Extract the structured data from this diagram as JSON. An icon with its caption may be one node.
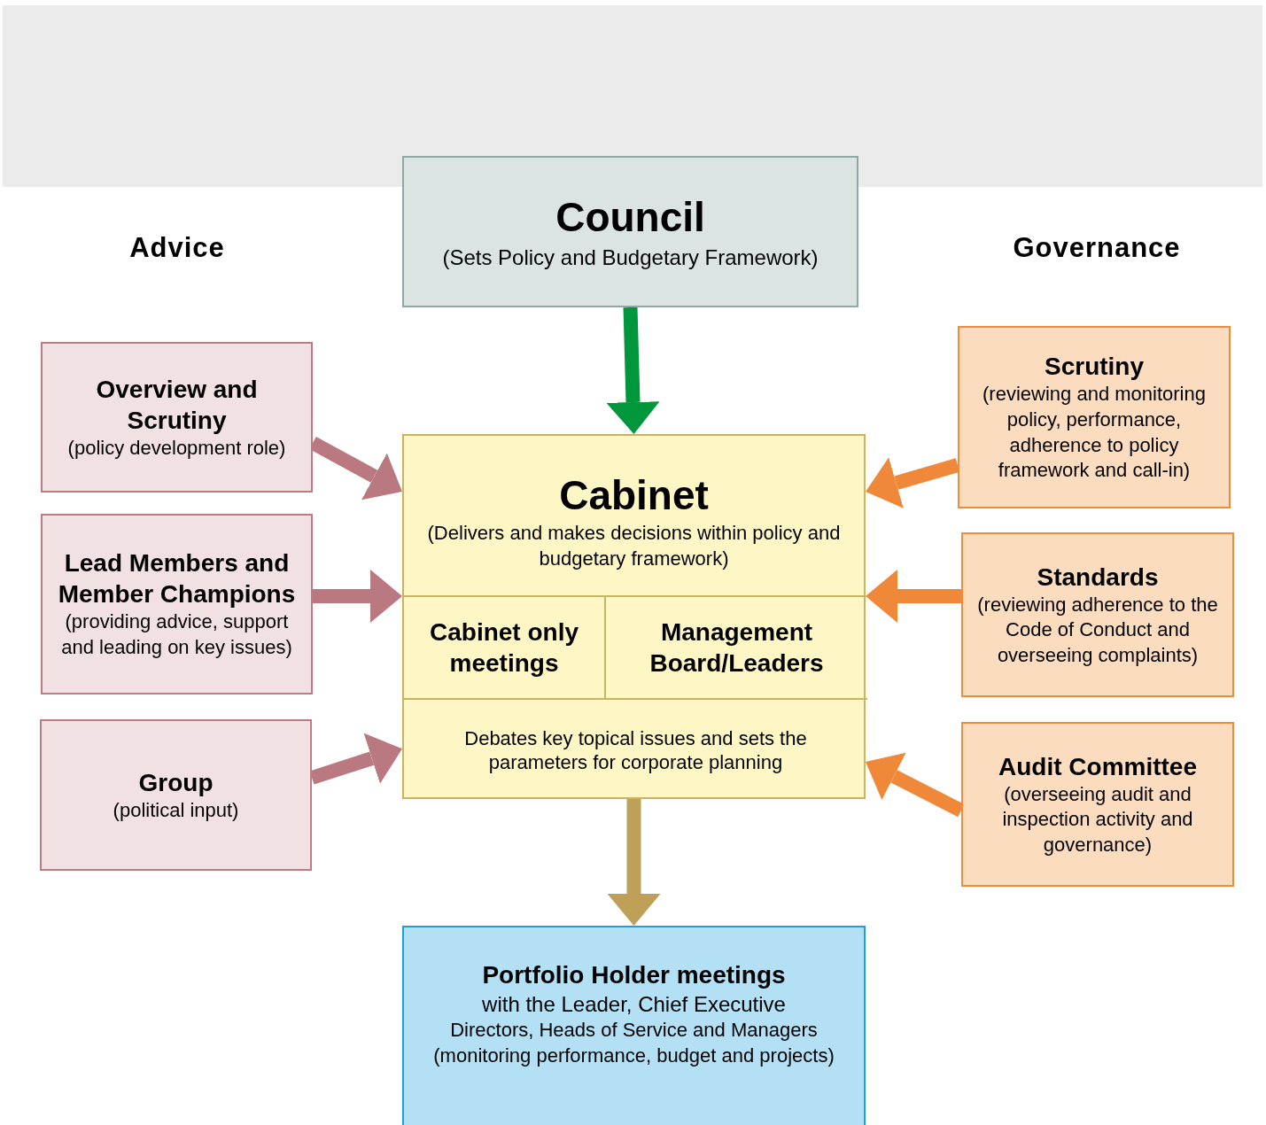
{
  "diagram": {
    "nodes": [
      {
        "text": [
          "Council",
          "(Sets Policy and Budgetary Framework)"
        ]
      },
      {
        "text": [
          "Cabinet",
          "(Delivers and makes decisions within policy and budgetary framework)"
        ]
      },
      {
        "text": [
          "Cabinet only meetings"
        ],
        "in": 1
      },
      {
        "text": [
          "Management Board/Leaders"
        ],
        "in": 1
      },
      {
        "text": [
          "Debates key topical issues and sets the parameters for corporate planning"
        ],
        "in": 1
      },
      {
        "text": [
          "Overview and Scrutiny",
          "(policy development role)"
        ]
      },
      {
        "text": [
          "Lead Members and Member Champions",
          "(providing advice, support and leading on key issues)"
        ]
      },
      {
        "text": [
          "Group",
          "(political input)"
        ]
      },
      {
        "text": [
          "Scrutiny",
          "(reviewing and monitoring policy, performance, adherence to policy framework and call-in)"
        ]
      },
      {
        "text": [
          "Standards",
          "(reviewing adherence to the Code of Conduct and overseeing complaints)"
        ]
      },
      {
        "text": [
          "Audit Committee",
          "(overseeing audit and inspection activity and governance)"
        ]
      },
      {
        "text": [
          "Portfolio Holder meetings",
          "with the Leader, Chief Executive",
          "Directors, Heads of Service and Managers (monitoring performance, budget and projects)"
        ]
      }
    ],
    "edges": [
      {
        "from": 0,
        "to": 1,
        "arrow": "to",
        "color": "#00963c"
      },
      {
        "from": 1,
        "to": 11,
        "arrow": "to",
        "color": "#bea058"
      },
      {
        "from": 5,
        "to": 1,
        "arrow": "to",
        "color": "#ba7880"
      },
      {
        "from": 6,
        "to": 1,
        "arrow": "to",
        "color": "#ba7880"
      },
      {
        "from": 7,
        "to": 1,
        "arrow": "to",
        "color": "#ba7880"
      },
      {
        "from": 8,
        "to": 1,
        "arrow": "to",
        "color": "#f0883a"
      },
      {
        "from": 9,
        "to": 1,
        "arrow": "to",
        "color": "#f0883a"
      },
      {
        "from": 10,
        "to": 1,
        "arrow": "to",
        "color": "#f0883a"
      }
    ],
    "labels": [
      "Advice",
      "Governance"
    ]
  }
}
